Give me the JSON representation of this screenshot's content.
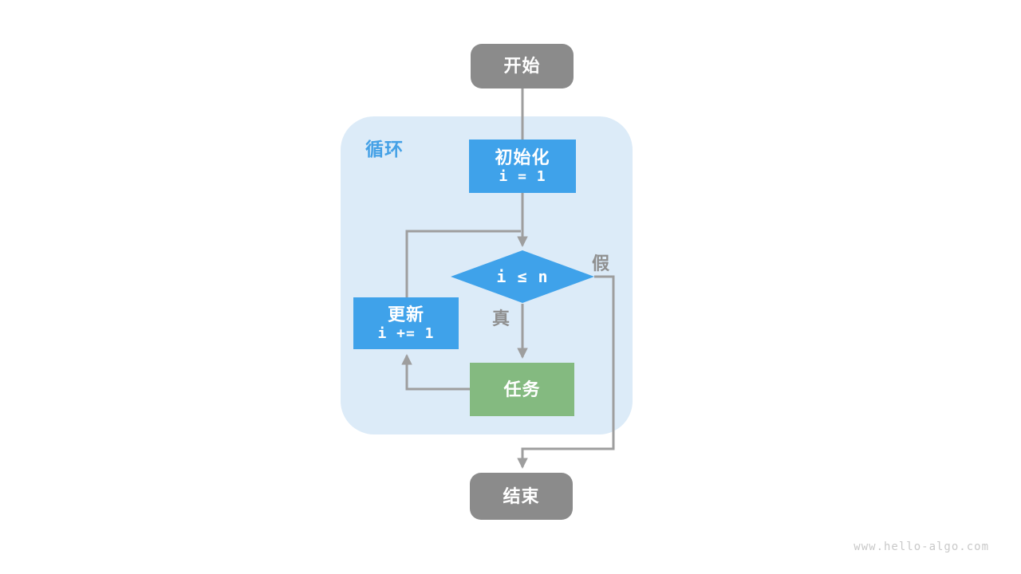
{
  "diagram": {
    "loop_label": "循环"
  },
  "nodes": {
    "start": "开始",
    "init_title": "初始化",
    "init_code": "i = 1",
    "condition": "i ≤ n",
    "update_title": "更新",
    "update_code": "i += 1",
    "task": "任务",
    "end": "结束"
  },
  "edges": {
    "true_label": "真",
    "false_label": "假"
  },
  "watermark": "www.hello-algo.com",
  "colors": {
    "node-blue": "#3fa2ea",
    "node-green": "#84ba80",
    "node-gray": "#8b8b8b",
    "line-gray": "#9e9e9e",
    "container-bg": "#dcebf8",
    "label-blue": "#45a1e6",
    "label-gray": "#8f8f8f",
    "watermark-gray": "#c9c9c9"
  }
}
